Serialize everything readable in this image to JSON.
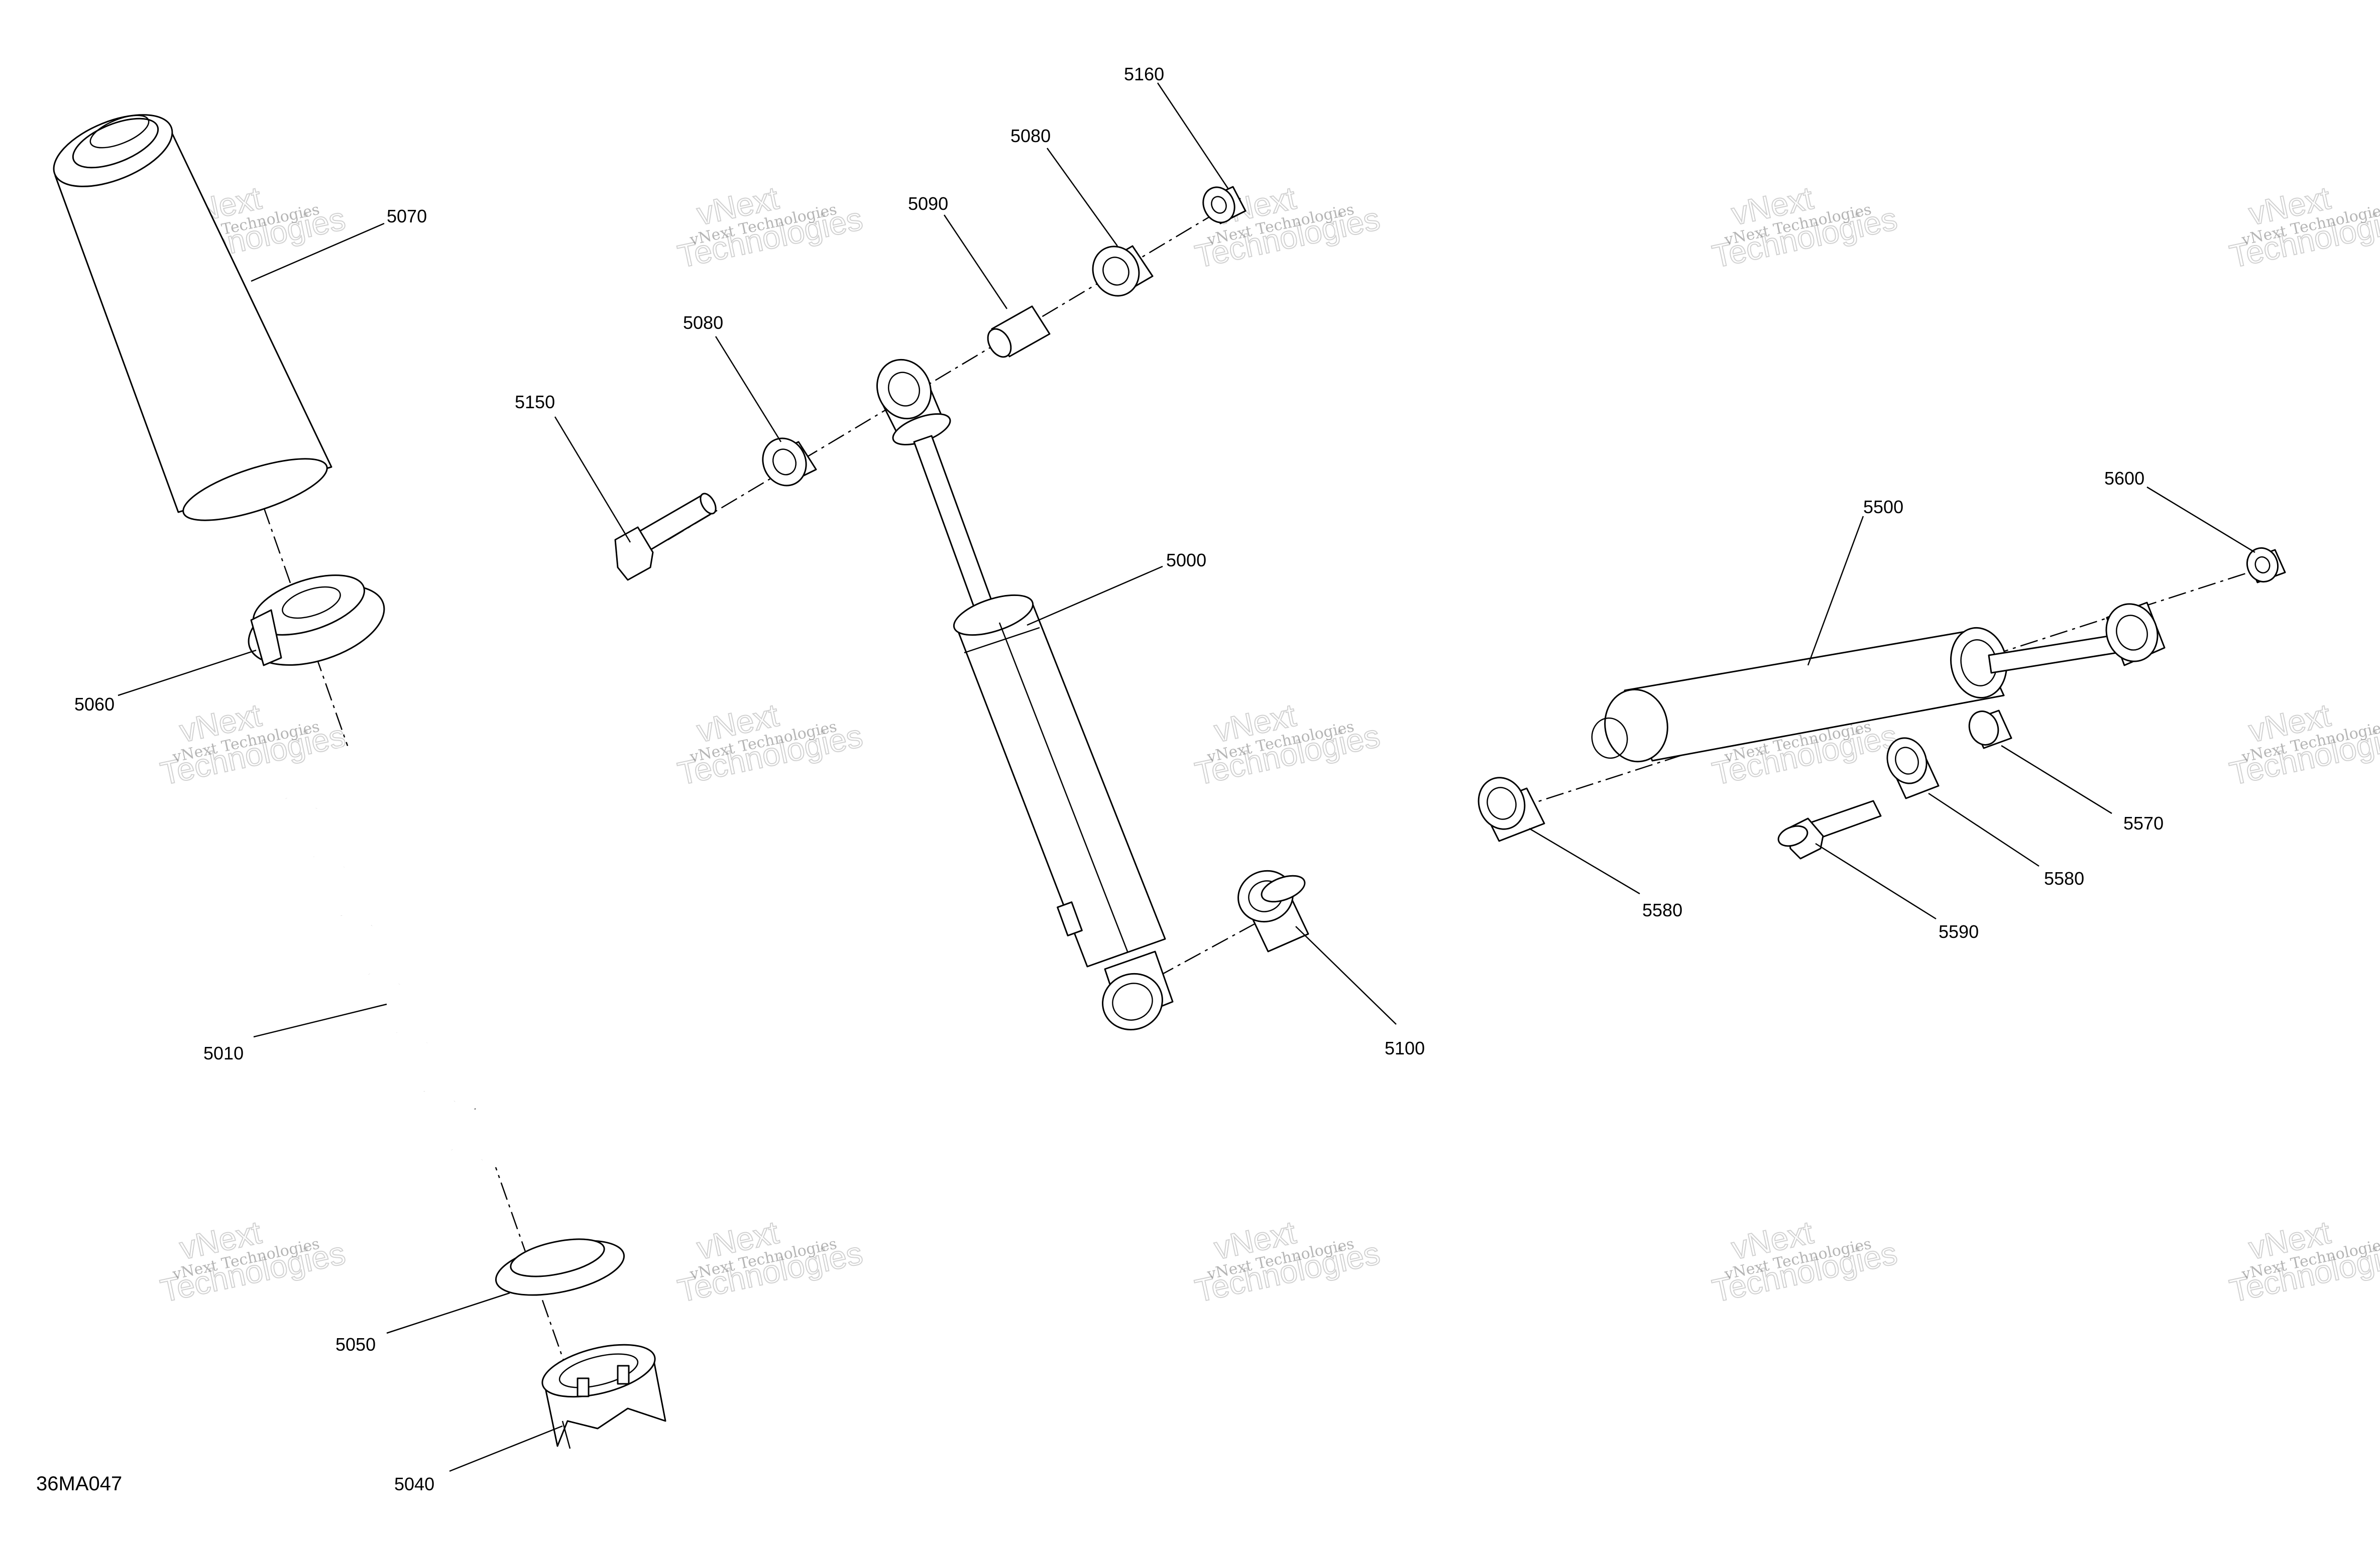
{
  "drawing_code": "36MA047",
  "watermark": {
    "line1": "vNext Technologies",
    "line2": "vNext",
    "line3": "Technologies"
  },
  "callouts": {
    "c5000": "5000",
    "c5010": "5010",
    "c5040": "5040",
    "c5050": "5050",
    "c5060": "5060",
    "c5070": "5070",
    "c5080a": "5080",
    "c5080b": "5080",
    "c5090": "5090",
    "c5100": "5100",
    "c5150": "5150",
    "c5160": "5160",
    "c5500": "5500",
    "c5570": "5570",
    "c5580a": "5580",
    "c5580b": "5580",
    "c5590": "5590",
    "c5600": "5600"
  }
}
